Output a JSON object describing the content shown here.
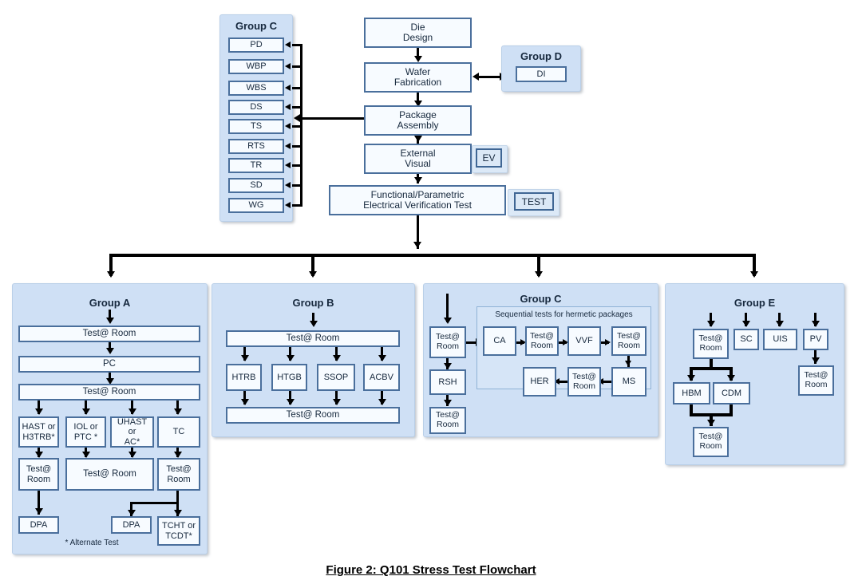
{
  "figure": {
    "caption": "Figure 2:  Q101 Stress Test Flowchart"
  },
  "colors": {
    "panel_fill": "#cfe0f5",
    "panel_border": "#b9cfe8",
    "box_fill": "#f7fbff",
    "box_border": "#4a6f9c",
    "subframe_fill": "#d6e5f7",
    "subframe_border": "#8fb2d6",
    "badge_fill": "#dbe8f6",
    "connector": "#000000",
    "text": "#16283d"
  },
  "top_flow": {
    "die_design": "Die\nDesign",
    "die_design_line1": "Die",
    "die_design_line2": "Design",
    "wafer_fabrication_line1": "Wafer",
    "wafer_fabrication_line2": "Fabrication",
    "package_assembly_line1": "Package",
    "package_assembly_line2": "Assembly",
    "external_visual_line1": "External",
    "external_visual_line2": "Visual",
    "functional_test_line1": "Functional/Parametric",
    "functional_test_line2": "Electrical Verification Test",
    "badge_ev": "EV",
    "badge_test": "TEST"
  },
  "group_c_top": {
    "title": "Group C",
    "items": [
      "PD",
      "WBP",
      "WBS",
      "DS",
      "TS",
      "RTS",
      "TR",
      "SD",
      "WG"
    ]
  },
  "group_d": {
    "title": "Group D",
    "items": [
      "DI"
    ]
  },
  "group_a": {
    "title": "Group A",
    "test_room_1": "Test@ Room",
    "pc": "PC",
    "test_room_2": "Test@ Room",
    "stress_row": [
      {
        "line1": "HAST or",
        "line2": "H3TRB*"
      },
      {
        "line1": "IOL or",
        "line2": "PTC *"
      },
      {
        "line1": "UHAST or",
        "line2": "AC*"
      },
      {
        "line1": "TC",
        "line2": ""
      }
    ],
    "test_room_left_l1": "Test@",
    "test_room_left_l2": "Room",
    "test_room_mid": "Test@ Room",
    "test_room_right_l1": "Test@",
    "test_room_right_l2": "Room",
    "dpa_left": "DPA",
    "dpa_mid": "DPA",
    "tcht_l1": "TCHT or",
    "tcht_l2": "TCDT*",
    "footnote": "* Alternate Test"
  },
  "group_b": {
    "title": "Group B",
    "test_room_top": "Test@ Room",
    "tests": [
      "HTRB",
      "HTGB",
      "SSOP",
      "ACBV"
    ],
    "test_room_bottom": "Test@ Room"
  },
  "group_c_bottom": {
    "title": "Group C",
    "subframe_title": "Sequential tests for hermetic packages",
    "entry_test_l1": "Test@",
    "entry_test_l2": "Room",
    "rsh": "RSH",
    "exit_test_l1": "Test@",
    "exit_test_l2": "Room",
    "seq_row1": [
      {
        "line1": "CA",
        "line2": ""
      },
      {
        "line1": "Test@",
        "line2": "Room"
      },
      {
        "line1": "VVF",
        "line2": ""
      },
      {
        "line1": "Test@",
        "line2": "Room"
      }
    ],
    "seq_row2": [
      {
        "line1": "HER",
        "line2": ""
      },
      {
        "line1": "Test@",
        "line2": "Room"
      },
      {
        "line1": "MS",
        "line2": ""
      }
    ]
  },
  "group_e": {
    "title": "Group E",
    "test_room_l1": "Test@",
    "test_room_l2": "Room",
    "sc": "SC",
    "uis": "UIS",
    "pv": "PV",
    "hbm": "HBM",
    "cdm": "CDM",
    "bottom_test_l1": "Test@",
    "bottom_test_l2": "Room",
    "pv_test_l1": "Test@",
    "pv_test_l2": "Room"
  }
}
